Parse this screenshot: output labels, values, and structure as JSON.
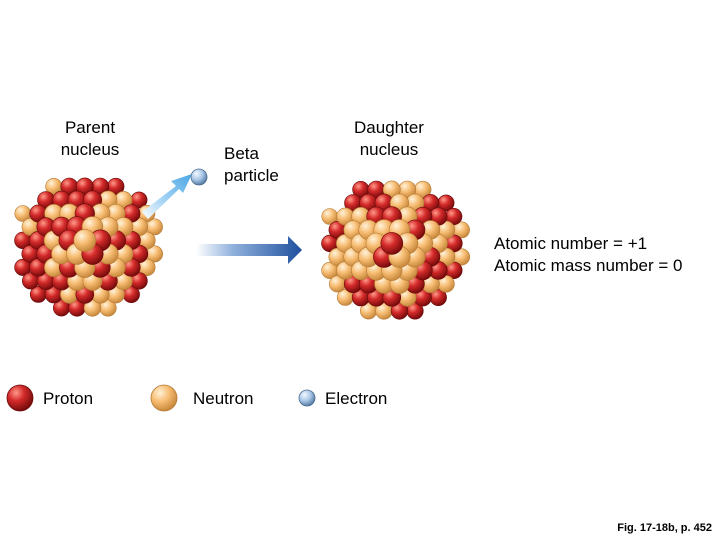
{
  "labels": {
    "parent_nucleus": [
      "Parent",
      "nucleus"
    ],
    "beta_particle": [
      "Beta",
      "particle"
    ],
    "daughter_nucleus": [
      "Daughter",
      "nucleus"
    ],
    "atomic_number": "Atomic number = +1",
    "atomic_mass_number": "Atomic mass number = 0"
  },
  "legend": [
    {
      "label": "Proton",
      "icon": "proton-sphere-icon",
      "color": "#d42a2a"
    },
    {
      "label": "Neutron",
      "icon": "neutron-sphere-icon",
      "color": "#f7bd73"
    },
    {
      "label": "Electron",
      "icon": "electron-sphere-icon",
      "color": "#a9c6e6"
    }
  ],
  "colors": {
    "proton": "#d42a2a",
    "neutron": "#f7bd73",
    "electron": "#a9c6e6",
    "transform_arrow": "#1e4f9e",
    "emission_arrow": "#6ab7ea"
  },
  "figure_reference": "Fig. 17-18b, p. 452"
}
